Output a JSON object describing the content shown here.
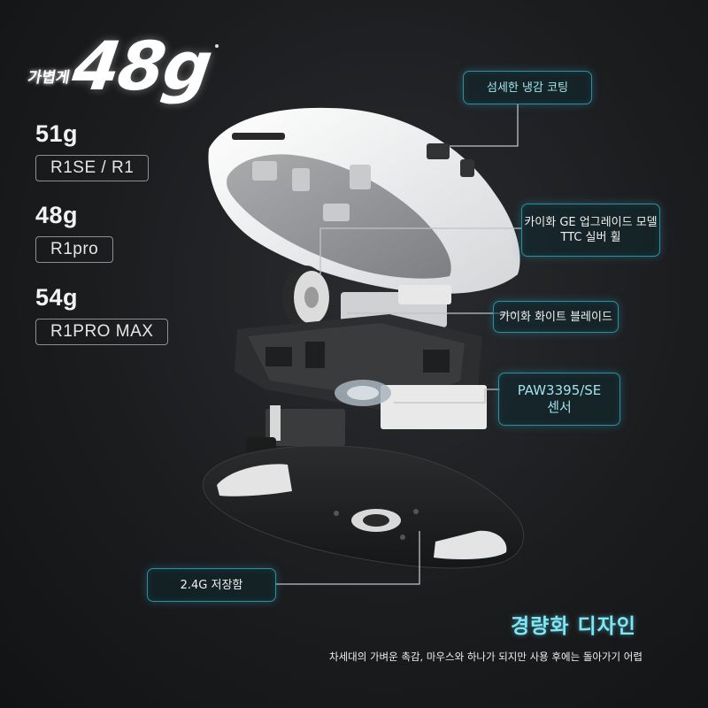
{
  "hero": {
    "prefix": "가볍게",
    "weight": "48g"
  },
  "models": [
    {
      "weight": "51g",
      "name": "R1SE / R1"
    },
    {
      "weight": "48g",
      "name": "R1pro"
    },
    {
      "weight": "54g",
      "name": "R1PRO MAX"
    }
  ],
  "callouts": {
    "cooling": "섬세한 냉감 코팅",
    "switch_line1": "카이화 GE 업그레이드 모델",
    "switch_line2": "TTC 실버 휠",
    "blade": "카이화 화이트 블레이드",
    "sensor_line1": "PAW3395/SE",
    "sensor_line2": "센서",
    "storage": "2.4G 저장함"
  },
  "footer": {
    "title": "경량화 디자인",
    "description": "차세대의 가벼운 촉감, 마우스와 하나가 되지만 사용 후에는 돌아가기 어렵"
  },
  "colors": {
    "accent": "#7fe6f4",
    "callout_border": "#2f8fa0",
    "background": "#1b1c1e"
  }
}
